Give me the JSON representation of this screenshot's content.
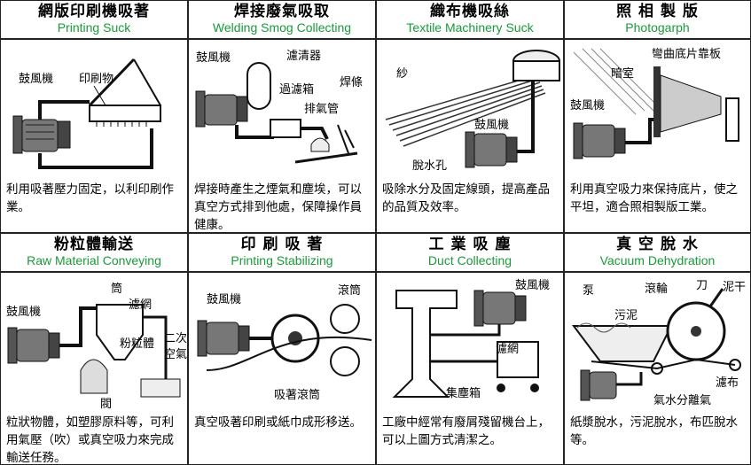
{
  "panels": [
    {
      "title_zh": "網版印刷機吸著",
      "title_en": "Printing Suck",
      "labels": [
        "鼓風機",
        "印刷物"
      ],
      "desc": "利用吸著壓力固定，以利印刷作業。"
    },
    {
      "title_zh": "焊接廢氣吸取",
      "title_en": "Welding Smog Collecting",
      "labels": [
        "鼓風機",
        "濾清器",
        "過濾箱",
        "排氣管",
        "焊條"
      ],
      "desc": "焊接時產生之煙氣和塵埃，可以真空方式排到他處，保障操作員健康。"
    },
    {
      "title_zh": "織布機吸絲",
      "title_en": "Textile Machinery Suck",
      "labels": [
        "紗",
        "鼓風機",
        "脫水孔"
      ],
      "desc": "吸除水分及固定線頭，提高產品的品質及效率。"
    },
    {
      "title_zh": "照 相 製 版",
      "title_en": "Photogarph",
      "labels": [
        "彎曲底片靠板",
        "暗室",
        "鼓風機"
      ],
      "desc": "利用真空吸力來保持底片，使之平坦，適合照相製版工業。"
    },
    {
      "title_zh": "粉粒體輸送",
      "title_en": "Raw Material Conveying",
      "labels": [
        "鼓風機",
        "筒",
        "濾網",
        "粉粒體",
        "二次",
        "空氣",
        "閥"
      ],
      "desc": "粒狀物體，如塑膠原料等，可利用氣壓（吹）或真空吸力來完成輸送任務。"
    },
    {
      "title_zh": "印 刷 吸 著",
      "title_en": "Printing Stabilizing",
      "labels": [
        "鼓風機",
        "滾筒",
        "吸著滾筒"
      ],
      "desc": "真空吸著印刷或紙巾成形移送。"
    },
    {
      "title_zh": "工 業 吸 塵",
      "title_en": "Duct Collecting",
      "labels": [
        "鼓風機",
        "濾網",
        "集塵箱"
      ],
      "desc": "工廠中經常有廢屑殘留機台上，可以上圖方式清潔之。"
    },
    {
      "title_zh": "真 空 脫 水",
      "title_en": "Vacuum Dehydration",
      "labels": [
        "泵",
        "滾輪",
        "刀",
        "泥干",
        "污泥",
        "濾布",
        "氣水分離氣"
      ],
      "desc": "紙漿脫水，污泥脫水，布匹脫水等。"
    }
  ]
}
